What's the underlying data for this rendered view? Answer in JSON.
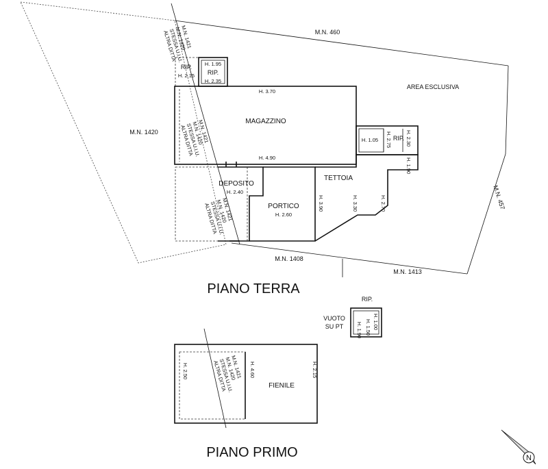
{
  "ground_floor": {
    "title": "PIANO TERRA",
    "parcels": {
      "mn460": "M.N. 460",
      "mn1420": "M.N. 1420",
      "mn1408": "M.N. 1408",
      "mn1413": "M.N. 1413",
      "mn457": "M.N. 457",
      "mn1421": "M.N. 1421"
    },
    "area_esclusiva": "AREA ESCLUSIVA",
    "note_lines": [
      "M.N. 1421",
      "M.N. 1420",
      "STESSA U.I.U.",
      "ALTRA DITTA"
    ],
    "rooms": {
      "rip_a": "RIP.",
      "rip_b": "RIP.",
      "rip_c": "RIP.",
      "magazzino": "MAGAZZINO",
      "deposito": "DEPOSITO",
      "portico": "PORTICO",
      "tettoia": "TETTOIA"
    },
    "heights": {
      "h_rip_a": "H. 2.15",
      "h_rip_b_top": "H. 1.95",
      "h_rip_b_bottom": "H. 2.35",
      "h_mag_top": "H. 3.70",
      "h_mag_bottom": "H. 4.90",
      "h_dep": "H. 2.40",
      "h_por": "H. 2.60",
      "h_tet_1": "H. 3.90",
      "h_tet_2": "H. 3.30",
      "h_tet_3": "H. 2.70",
      "h_rip_c_1": "H. 1.05",
      "h_rip_c_2": "H. 2.75",
      "h_rip_c_3": "H. 2.30",
      "h_rip_c_4": "H. 1.90"
    }
  },
  "first_floor": {
    "title": "PIANO PRIMO",
    "fienile": "FIENILE",
    "h_left": "H. 2.50",
    "h_mid": "H. 4.60",
    "h_right": "H. 2.15",
    "rip": "RIP.",
    "vuoto_1": "VUOTO",
    "vuoto_2": "SU PT",
    "h_rip_1": "H. 1.00",
    "h_rip_2": "H. 1.50",
    "h_rip_3": "H. 1.90"
  },
  "north_symbol": "N"
}
